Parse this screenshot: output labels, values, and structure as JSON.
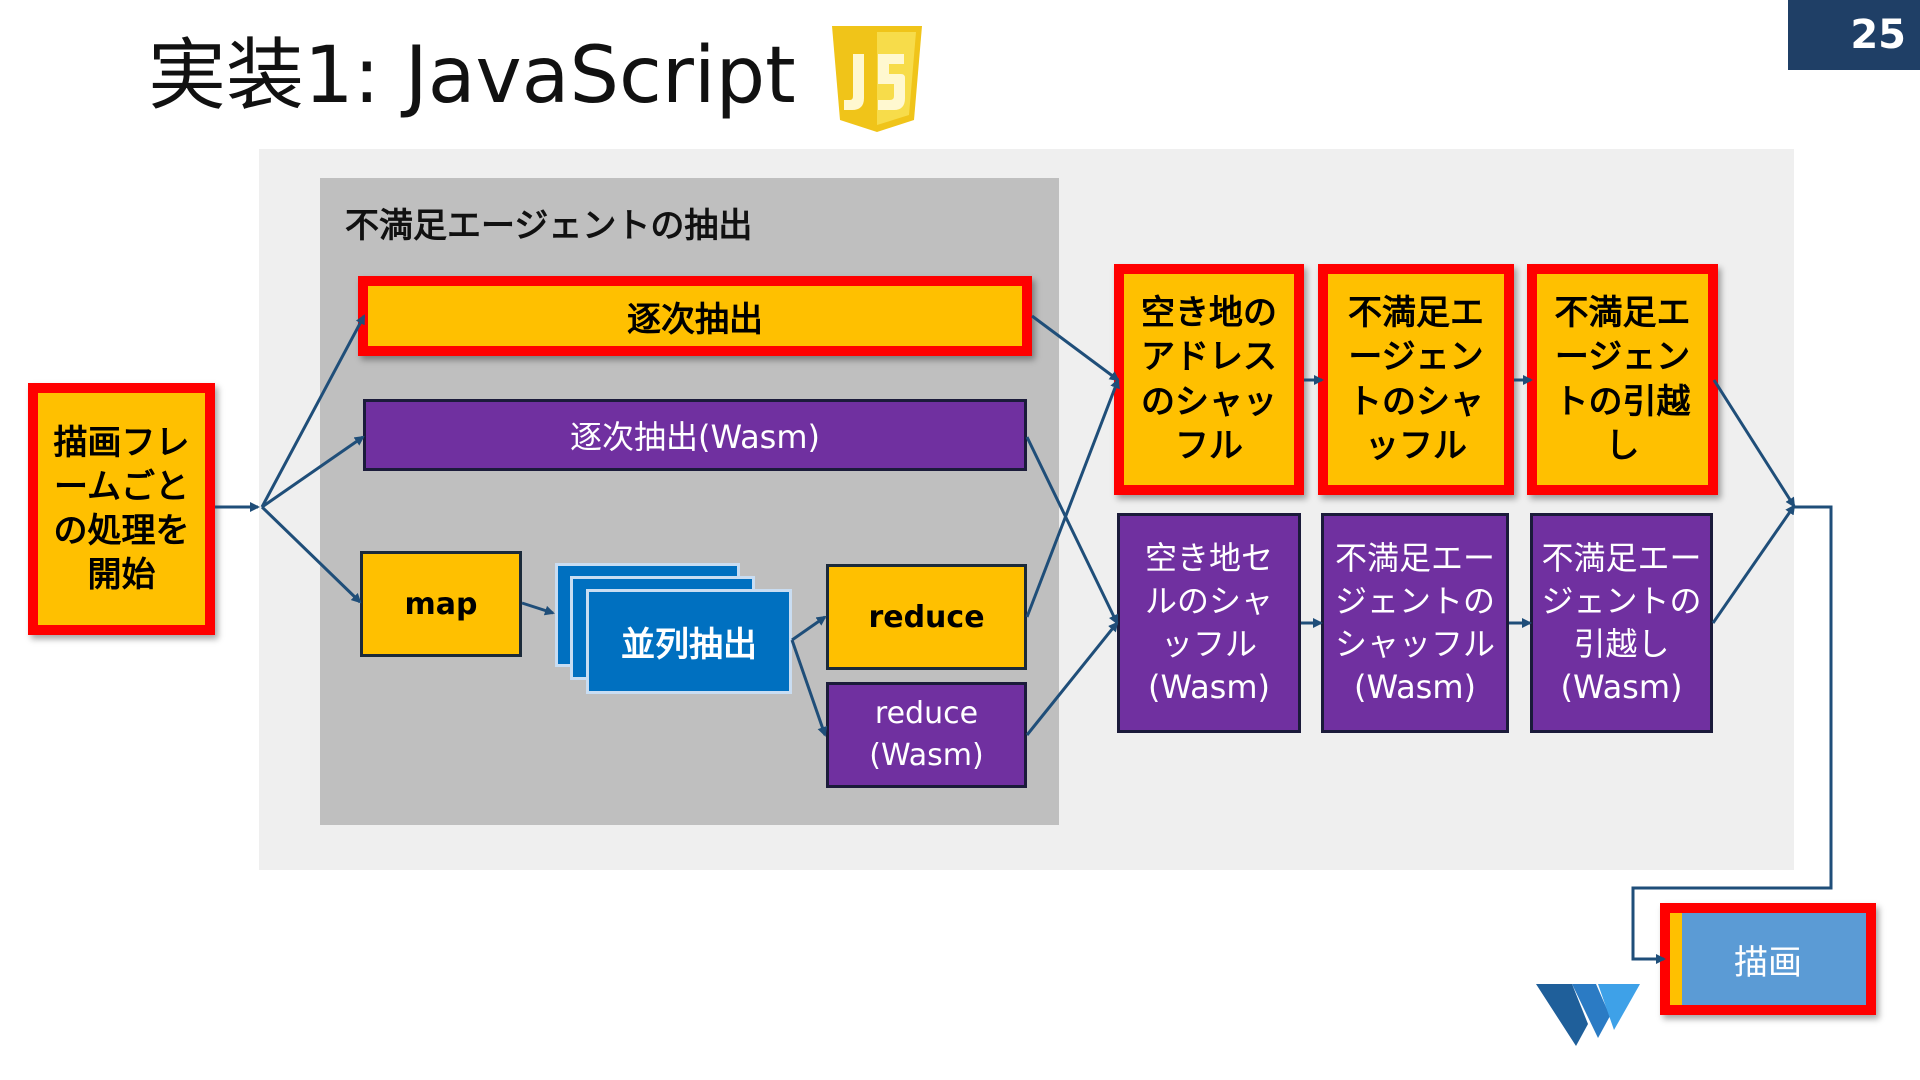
{
  "slide": {
    "number": "25",
    "title": "実装1: JavaScript"
  },
  "panel": {
    "title": "不満足エージェントの抽出"
  },
  "nodes": {
    "start": "描画フレームごとの処理を開始",
    "sequential_extract": "逐次抽出",
    "sequential_extract_wasm": "逐次抽出(Wasm)",
    "map": "map",
    "parallel_extract": "並列抽出",
    "reduce": "reduce",
    "reduce_wasm": "reduce (Wasm)",
    "shuffle_addresses": "空き地のアドレスのシャッフル",
    "shuffle_agents": "不満足エージェントのシャッフル",
    "move_agents": "不満足エージェントの引越し",
    "shuffle_cells_wasm": "空き地セルのシャッフル(Wasm)",
    "shuffle_agents_wasm": "不満足エージェントのシャッフル(Wasm)",
    "move_agents_wasm": "不満足エージェントの引越し(Wasm)",
    "draw": "描画"
  },
  "colors": {
    "yellow": "#ffc000",
    "purple": "#7030a0",
    "red": "#ff0000",
    "blue": "#0070c0",
    "light_blue": "#5b9bd5",
    "arrow": "#1f4e79",
    "page_badge": "#1f3f66"
  }
}
